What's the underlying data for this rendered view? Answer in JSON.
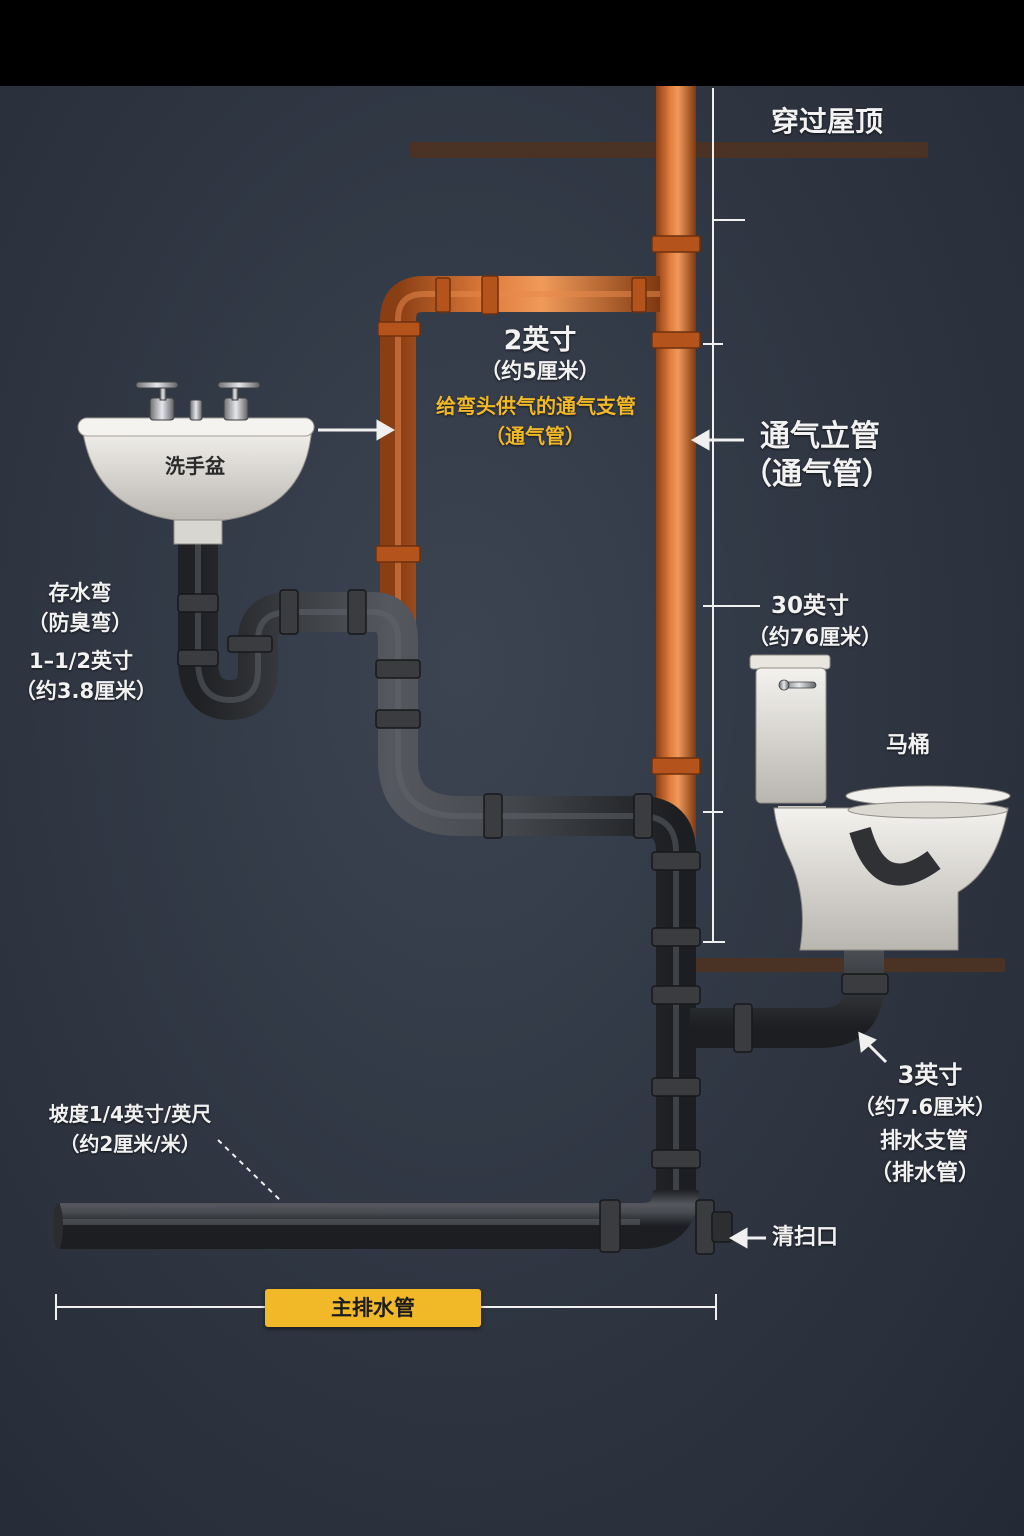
{
  "labels": {
    "through_roof": "穿过屋顶",
    "vent_size": "2英寸",
    "vent_size_metric": "（约5厘米）",
    "vent_branch": "给弯头供气的通气支管",
    "vent_branch_sub": "（通气管）",
    "sink": "洗手盆",
    "vent_stack": "通气立管",
    "vent_stack_sub": "（通气管）",
    "trap": "存水弯",
    "trap_sub": "（防臭弯）",
    "trap_size": "1–1/2英寸",
    "trap_size_metric": "（约3.8厘米）",
    "dimension": "30英寸",
    "dimension_metric": "（约76厘米）",
    "toilet": "马桶",
    "drain_size": "3英寸",
    "drain_size_metric": "（约7.6厘米）",
    "drain_branch": "排水支管",
    "drain_branch_sub": "（排水管）",
    "slope": "坡度1/4英寸/英尺",
    "slope_metric": "（约2厘米/米）",
    "cleanout": "清扫口",
    "main_drain": "主排水管"
  },
  "colors": {
    "copper": "#c8642a",
    "drain_pipe": "#3d3f43",
    "accent_yellow": "#f1b828",
    "wall": "#2e3541",
    "shelf": "#4a3325"
  },
  "icons": [
    "arrow-icon",
    "faucet-icon",
    "toilet-handle-icon"
  ]
}
